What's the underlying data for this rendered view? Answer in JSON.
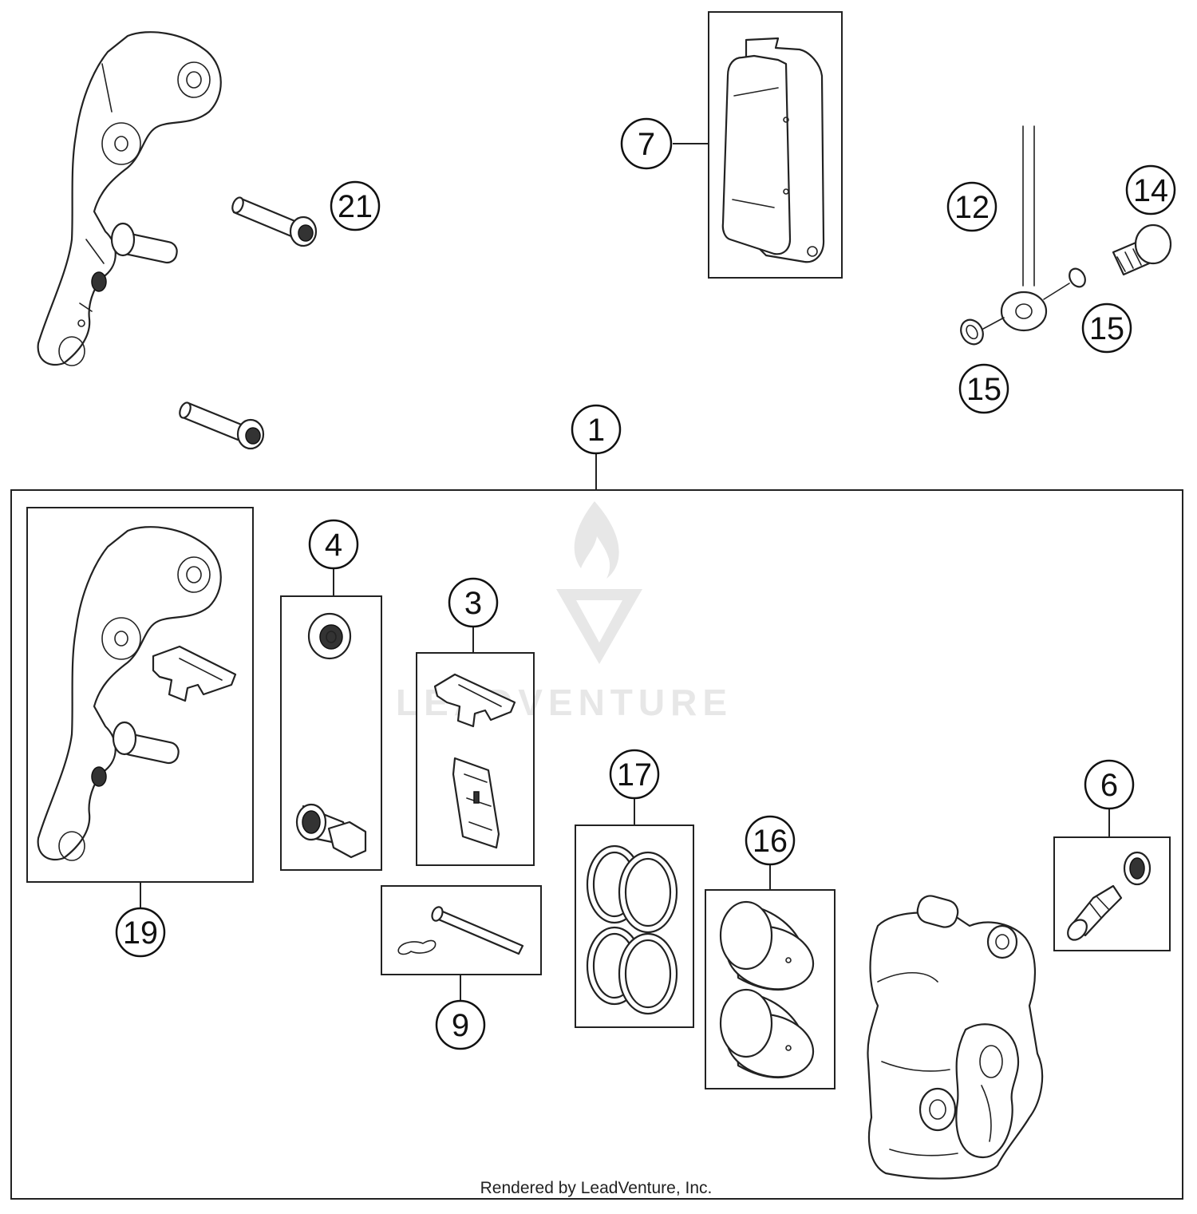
{
  "callouts": {
    "c1": "1",
    "c3": "3",
    "c4": "4",
    "c6": "6",
    "c7": "7",
    "c9": "9",
    "c12": "12",
    "c14": "14",
    "c15a": "15",
    "c15b": "15",
    "c16": "16",
    "c17": "17",
    "c19": "19",
    "c21": "21"
  },
  "watermark": {
    "text": "LEADVENTURE"
  },
  "footer": {
    "text": "Rendered by LeadVenture, Inc."
  },
  "colors": {
    "line": "#222222",
    "background": "#ffffff",
    "watermark": "#e7e7e7"
  }
}
